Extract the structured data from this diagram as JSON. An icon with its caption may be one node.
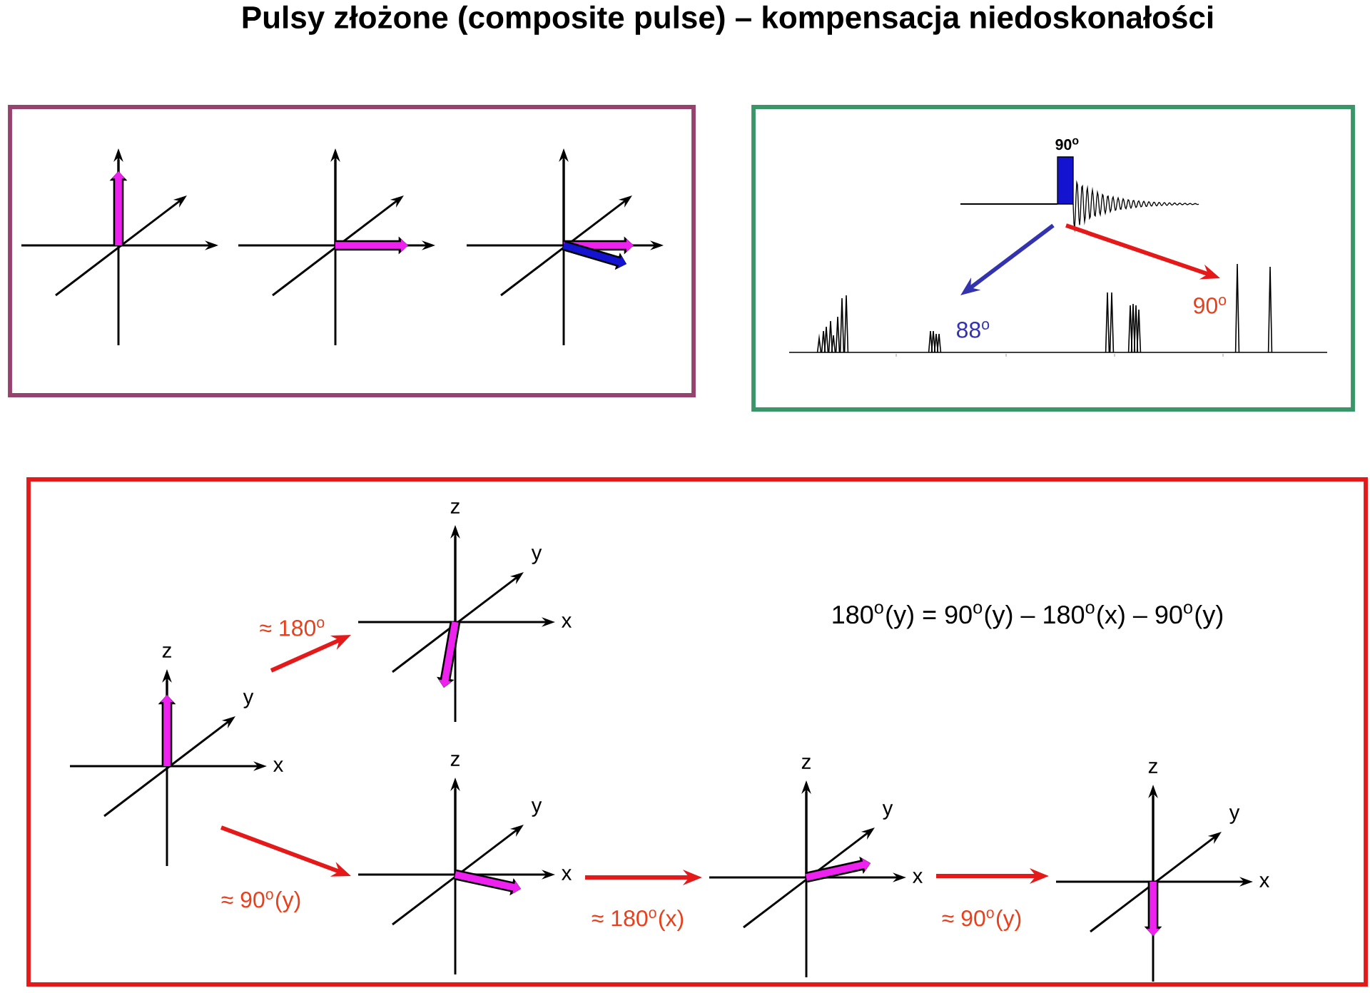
{
  "diagram": {
    "title": "Pulsy złożone (composite pulse) – kompensacja niedoskonałości",
    "nodes": [
      {
        "text": [
          "90$^{o}$"
        ]
      },
      {
        "text": [
          "z",
          "y",
          "x"
        ]
      },
      {
        "text": [
          "z",
          "y",
          "x"
        ]
      },
      {
        "text": [
          "z",
          "y",
          "x"
        ]
      },
      {
        "text": [
          "z",
          "y",
          "x"
        ]
      },
      {
        "text": [
          "z",
          "y",
          "x"
        ]
      }
    ],
    "edges": [
      {
        "from": 0,
        "to": null,
        "arrow": "to",
        "label": "88$^{o}$",
        "color": "#3333b0"
      },
      {
        "from": 0,
        "to": null,
        "arrow": "to",
        "label": "90$^{o}$"
      },
      {
        "from": 1,
        "to": 2,
        "arrow": "to",
        "label": "≈ 180$^{o}$"
      },
      {
        "from": 1,
        "to": 3,
        "arrow": "to",
        "label": "≈ 90$^{o}$(y)"
      },
      {
        "from": 3,
        "to": 4,
        "arrow": "to",
        "label": "≈ 180$^{o}$(x)"
      },
      {
        "from": 4,
        "to": 5,
        "arrow": "to",
        "label": "≈ 90$^{o}$(y)"
      }
    ],
    "labels": [
      "180$^{o}$(y) = 90$^{o}$(y) – 180$^{o}$(x) – 90$^{o}$(y)"
    ]
  }
}
